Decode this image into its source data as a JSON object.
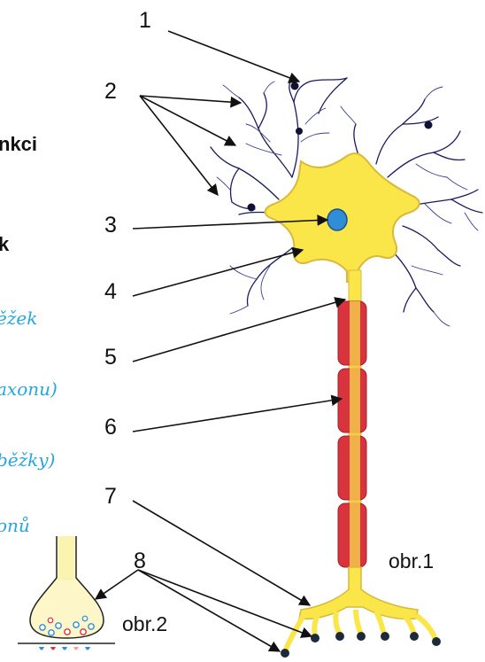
{
  "colors": {
    "cell_body": "#fbe64a",
    "cell_outline": "#d9b93a",
    "nucleus": "#2f8ed6",
    "myelin": "#d8333f",
    "dendrite": "#1a1a5e",
    "handwriting": "#27a6dd",
    "text": "#111111"
  },
  "left_text": {
    "bold_line_1": "nkci",
    "bold_line_2": "k",
    "hand_line_1": "ěžek",
    "hand_line_2": "axonu)",
    "hand_line_3": "běžky)",
    "hand_line_4": "onů"
  },
  "numbers": {
    "n1": "1",
    "n2": "2",
    "n3": "3",
    "n4": "4",
    "n5": "5",
    "n6": "6",
    "n7": "7",
    "n8": "8"
  },
  "figure_labels": {
    "fig1": "obr.1",
    "fig2": "obr.2"
  }
}
